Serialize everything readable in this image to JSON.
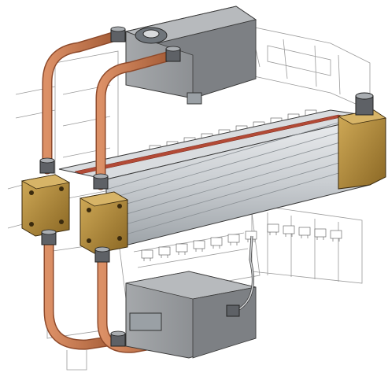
{
  "figure": {
    "subject": "",
    "colors": {
      "background": "#ffffff",
      "line": "#3a3a3a",
      "light_line": "#9a9a9a",
      "steel_light": "#c8ccd0",
      "steel_mid": "#9ea3a8",
      "steel_dark": "#6f757b",
      "housing_grey": "#8c8f93",
      "housing_top": "#b7babd",
      "copper": "#c8794f",
      "copper_dark": "#8e4a2b",
      "brass": "#b8913f",
      "brass_dark": "#7a5a1e",
      "fitting": "#5e6166",
      "fitting_light": "#a9adb1",
      "rail_light": "#d9dcdf",
      "rail_shadow": "#aeb2b6",
      "rail_red": "#b34a36"
    },
    "icons": [
      "hose-fitting",
      "connector-block",
      "water-housing",
      "clamp-rail"
    ]
  }
}
